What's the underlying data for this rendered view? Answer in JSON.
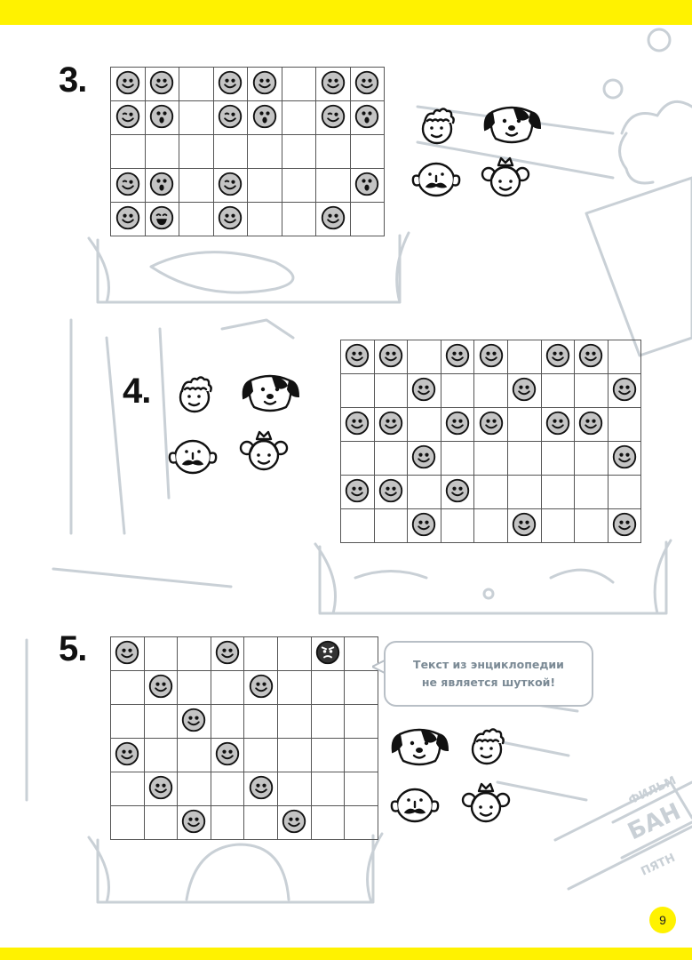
{
  "page_number": "9",
  "colors": {
    "accent": "#fff200",
    "face_fill": "#c4c4c4",
    "outline": "#111111",
    "faint": "#c9d0d6"
  },
  "puzzles": [
    {
      "label": "3.",
      "rows": 5,
      "cols": 8,
      "faces": [
        [
          0,
          0,
          "smile"
        ],
        [
          0,
          1,
          "smile"
        ],
        [
          0,
          3,
          "smile"
        ],
        [
          0,
          4,
          "smile"
        ],
        [
          0,
          6,
          "smile"
        ],
        [
          0,
          7,
          "smile"
        ],
        [
          1,
          0,
          "wink"
        ],
        [
          1,
          1,
          "surprised"
        ],
        [
          1,
          3,
          "wink"
        ],
        [
          1,
          4,
          "surprised"
        ],
        [
          1,
          6,
          "wink"
        ],
        [
          1,
          7,
          "surprised"
        ],
        [
          3,
          0,
          "wink"
        ],
        [
          3,
          1,
          "surprised"
        ],
        [
          3,
          3,
          "wink"
        ],
        [
          3,
          7,
          "surprised"
        ],
        [
          4,
          0,
          "smile"
        ],
        [
          4,
          1,
          "laugh"
        ],
        [
          4,
          3,
          "smile"
        ],
        [
          4,
          6,
          "smile"
        ]
      ],
      "characters": [
        "boy-icon",
        "dog-icon",
        "mustache-man-icon",
        "girl-icon"
      ]
    },
    {
      "label": "4.",
      "rows": 6,
      "cols": 9,
      "faces": [
        [
          0,
          0,
          "smile"
        ],
        [
          0,
          1,
          "smile"
        ],
        [
          0,
          3,
          "smile"
        ],
        [
          0,
          4,
          "smile"
        ],
        [
          0,
          6,
          "smile"
        ],
        [
          0,
          7,
          "smile"
        ],
        [
          1,
          2,
          "smile"
        ],
        [
          1,
          5,
          "smile"
        ],
        [
          1,
          8,
          "smile"
        ],
        [
          2,
          0,
          "smile"
        ],
        [
          2,
          1,
          "smile"
        ],
        [
          2,
          3,
          "smile"
        ],
        [
          2,
          4,
          "smile"
        ],
        [
          2,
          6,
          "smile"
        ],
        [
          2,
          7,
          "smile"
        ],
        [
          3,
          2,
          "smile"
        ],
        [
          3,
          8,
          "smile"
        ],
        [
          4,
          0,
          "smile"
        ],
        [
          4,
          1,
          "smile"
        ],
        [
          4,
          3,
          "smile"
        ],
        [
          5,
          2,
          "smile"
        ],
        [
          5,
          5,
          "smile"
        ],
        [
          5,
          8,
          "smile"
        ]
      ],
      "characters": [
        "boy-icon",
        "dog-icon",
        "mustache-man-icon",
        "girl-icon"
      ]
    },
    {
      "label": "5.",
      "rows": 6,
      "cols": 8,
      "faces": [
        [
          0,
          0,
          "smile"
        ],
        [
          0,
          3,
          "smile"
        ],
        [
          0,
          6,
          "angry"
        ],
        [
          1,
          1,
          "smile"
        ],
        [
          1,
          4,
          "smile"
        ],
        [
          2,
          2,
          "smile"
        ],
        [
          3,
          0,
          "smile"
        ],
        [
          3,
          3,
          "smile"
        ],
        [
          4,
          1,
          "smile"
        ],
        [
          4,
          4,
          "smile"
        ],
        [
          5,
          2,
          "smile"
        ],
        [
          5,
          5,
          "smile"
        ]
      ],
      "characters": [
        "dog-icon",
        "boy-icon",
        "mustache-man-icon",
        "girl-icon"
      ],
      "speech_bubble": [
        "Текст из энциклопедии",
        "не является шуткой!"
      ]
    }
  ]
}
